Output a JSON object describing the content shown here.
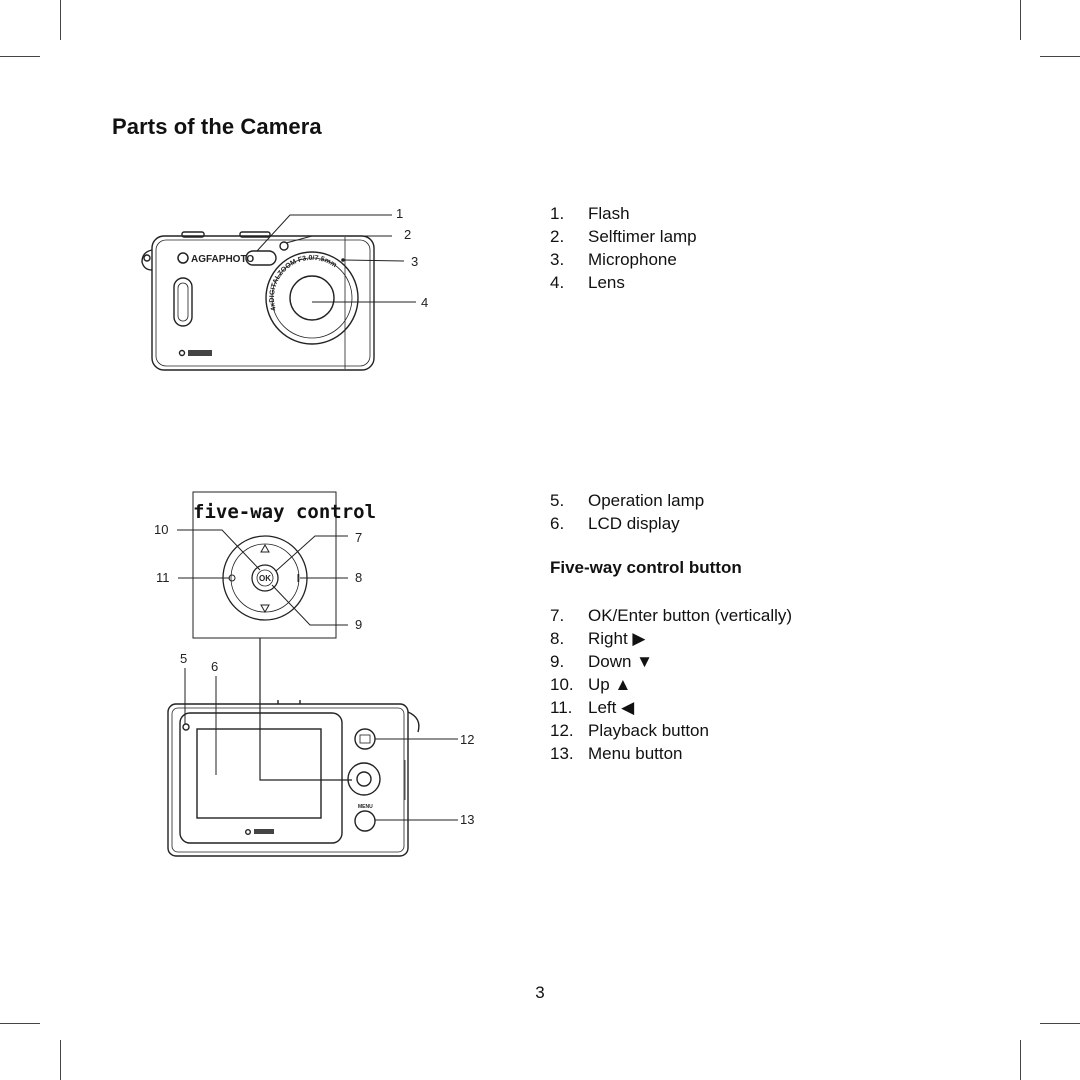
{
  "page": {
    "title": "Parts of the Camera",
    "page_number": "3"
  },
  "front_view": {
    "brand": "AGFAPHOTO",
    "lens_ring_text": "4xDIGITALZOOM F3.0/7.5mm",
    "callouts": [
      "1",
      "2",
      "3",
      "4"
    ]
  },
  "five_way_diagram": {
    "caption": "five-way control",
    "center_label": "OK",
    "callouts": [
      "10",
      "7",
      "11",
      "8",
      "9"
    ]
  },
  "back_view": {
    "callouts": [
      "5",
      "6",
      "12",
      "13"
    ],
    "menu_label": "MENU"
  },
  "parts_front": [
    {
      "num": "1.",
      "label": "Flash"
    },
    {
      "num": "2.",
      "label": "Selftimer lamp"
    },
    {
      "num": "3.",
      "label": "Microphone"
    },
    {
      "num": "4.",
      "label": "Lens"
    }
  ],
  "parts_back": [
    {
      "num": "5.",
      "label": "Operation lamp"
    },
    {
      "num": "6.",
      "label": "LCD display"
    }
  ],
  "five_way_heading": "Five-way control button",
  "parts_five_way": [
    {
      "num": "7.",
      "label": "OK/Enter button (vertically)"
    },
    {
      "num": "8.",
      "label": "Right ▶"
    },
    {
      "num": "9.",
      "label": "Down ▼"
    },
    {
      "num": "10.",
      "label": "Up ▲"
    },
    {
      "num": "11.",
      "label": "Left ◀"
    },
    {
      "num": "12.",
      "label": "Playback button"
    },
    {
      "num": "13.",
      "label": "Menu button"
    }
  ]
}
